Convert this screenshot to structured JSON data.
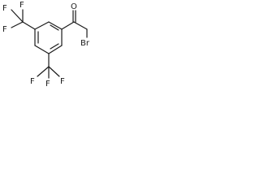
{
  "molecule": {
    "atoms": {
      "o": "O",
      "br": "Br",
      "f_top_1": "F",
      "f_top_2": "F",
      "f_top_3": "F",
      "f_bot_1": "F",
      "f_bot_2": "F",
      "f_bot_3": "F"
    },
    "colors": {
      "ink": "#1a1a1a",
      "background": "#ffffff"
    }
  }
}
